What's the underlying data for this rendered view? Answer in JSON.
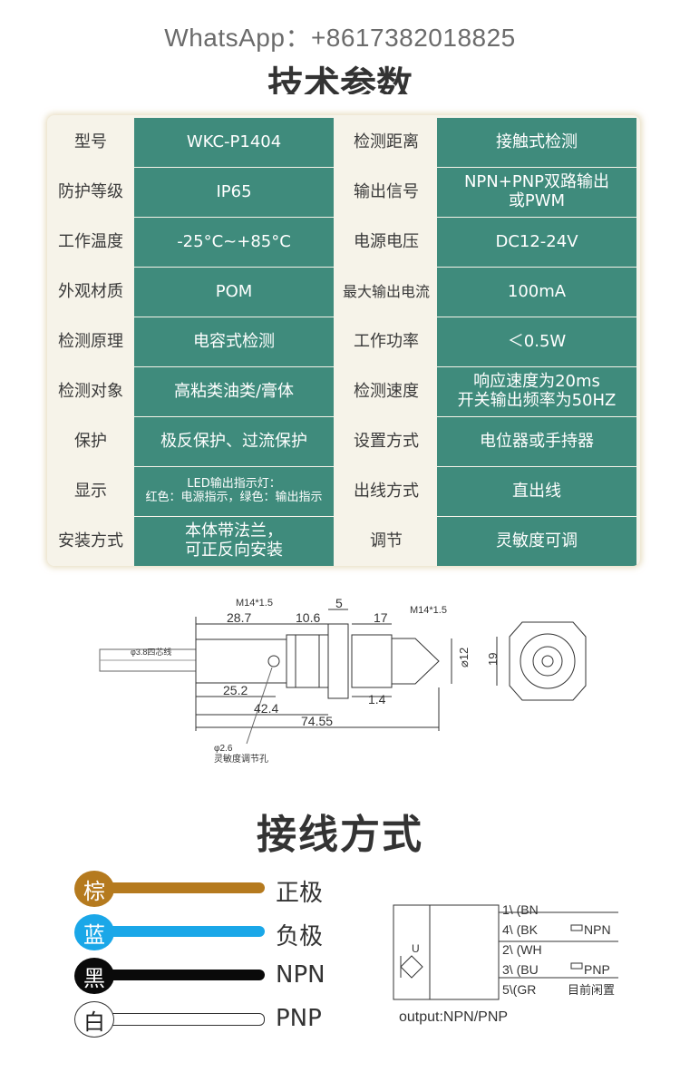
{
  "header": {
    "whatsapp": "WhatsApp：+8617382018825",
    "spec_title": "技术参数"
  },
  "specs": [
    {
      "l1": "型号",
      "v1": [
        "WKC-P1404"
      ],
      "l2": "检测距离",
      "v2": [
        "接触式检测"
      ]
    },
    {
      "l1": "防护等级",
      "v1": [
        "IP65"
      ],
      "l2": "输出信号",
      "v2": [
        "NPN+PNP双路输出",
        "或PWM"
      ]
    },
    {
      "l1": "工作温度",
      "v1": [
        "-25°C~+85°C"
      ],
      "l2": "电源电压",
      "v2": [
        "DC12-24V"
      ]
    },
    {
      "l1": "外观材质",
      "v1": [
        "POM"
      ],
      "l2": "最大输出电流",
      "v2": [
        "100mA"
      ]
    },
    {
      "l1": "检测原理",
      "v1": [
        "电容式检测"
      ],
      "l2": "工作功率",
      "v2": [
        "＜0.5W"
      ]
    },
    {
      "l1": "检测对象",
      "v1": [
        "高粘类油类/膏体"
      ],
      "l2": "检测速度",
      "v2": [
        "响应速度为20ms",
        "开关输出频率为50HZ"
      ]
    },
    {
      "l1": "保护",
      "v1": [
        "极反保护、过流保护"
      ],
      "l2": "设置方式",
      "v2": [
        "电位器或手持器"
      ]
    },
    {
      "l1": "显示",
      "v1": [
        "LED输出指示灯：",
        "红色：电源指示，绿色：输出指示"
      ],
      "l2": "出线方式",
      "v2": [
        "直出线"
      ]
    },
    {
      "l1": "安装方式",
      "v1": [
        "本体带法兰，",
        "可正反向安装"
      ],
      "l2": "调节",
      "v2": [
        "灵敏度可调"
      ]
    }
  ],
  "drawing": {
    "thread_left": "M14*1.5",
    "thread_right": "M14*1.5",
    "dim_28_7": "28.7",
    "dim_10_6": "10.6",
    "dim_5": "5",
    "dim_17": "17",
    "dim_25_2": "25.2",
    "dim_42_4": "42.4",
    "dim_74_55": "74.55",
    "dim_1_4": "1.4",
    "dim_12": "⌀12",
    "dim_19": "19",
    "cable": "φ3.8四芯线",
    "hole_dia": "φ2.6",
    "hole_label": "灵敏度调节孔"
  },
  "wiring": {
    "title": "接线方式",
    "legend": [
      {
        "char": "棕",
        "label": "正极",
        "color": "#b57a1e"
      },
      {
        "char": "蓝",
        "label": "负极",
        "color": "#1aa7e8"
      },
      {
        "char": "黑",
        "label": "NPN",
        "color": "#0a0a0a"
      },
      {
        "char": "白",
        "label": "PNP",
        "color": "#ffffff"
      }
    ],
    "circuit": {
      "pins": [
        "1\\ (BN",
        "4\\ (BK",
        "2\\ (WH",
        "3\\ (BU",
        "5\\(GR"
      ],
      "npn": "NPN",
      "pnp": "PNP",
      "unused": "目前闲置",
      "u_label": "U",
      "output": "output:NPN/PNP"
    }
  }
}
